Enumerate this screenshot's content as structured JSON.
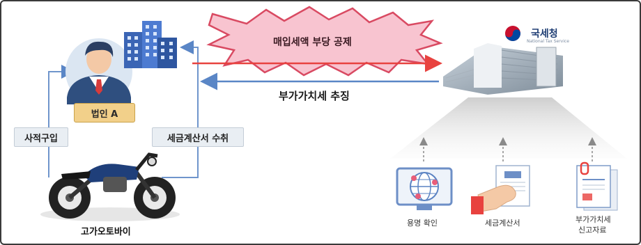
{
  "labels": {
    "purchase_tax_deduction": "매입세액 부당 공제",
    "vat_collection": "부가가치세 추징",
    "corporation_a": "법인 A",
    "private_purchase": "사적구입",
    "invoice_receipt": "세금계산서 수취",
    "expensive_motorcycle": "고가오토바이",
    "nts_name": "국세청",
    "nts_subtitle": "National Tax Service",
    "usage_check": "용명 확인",
    "tax_invoice": "세금계산서",
    "vat_report_line1": "부가가치세",
    "vat_report_line2": "신고자료"
  },
  "colors": {
    "red_arrow": "#e8423f",
    "blue_arrow": "#5a86c6",
    "burst_fill": "#f8c4d0",
    "burst_stroke": "#d94a62",
    "loop_blue": "#6f95cc"
  },
  "icons": [
    "businessman-icon",
    "office-building-icon",
    "motorcycle-icon",
    "nts-logo-icon",
    "government-building-icon",
    "globe-monitor-icon",
    "invoice-hand-icon",
    "document-clip-icon"
  ]
}
